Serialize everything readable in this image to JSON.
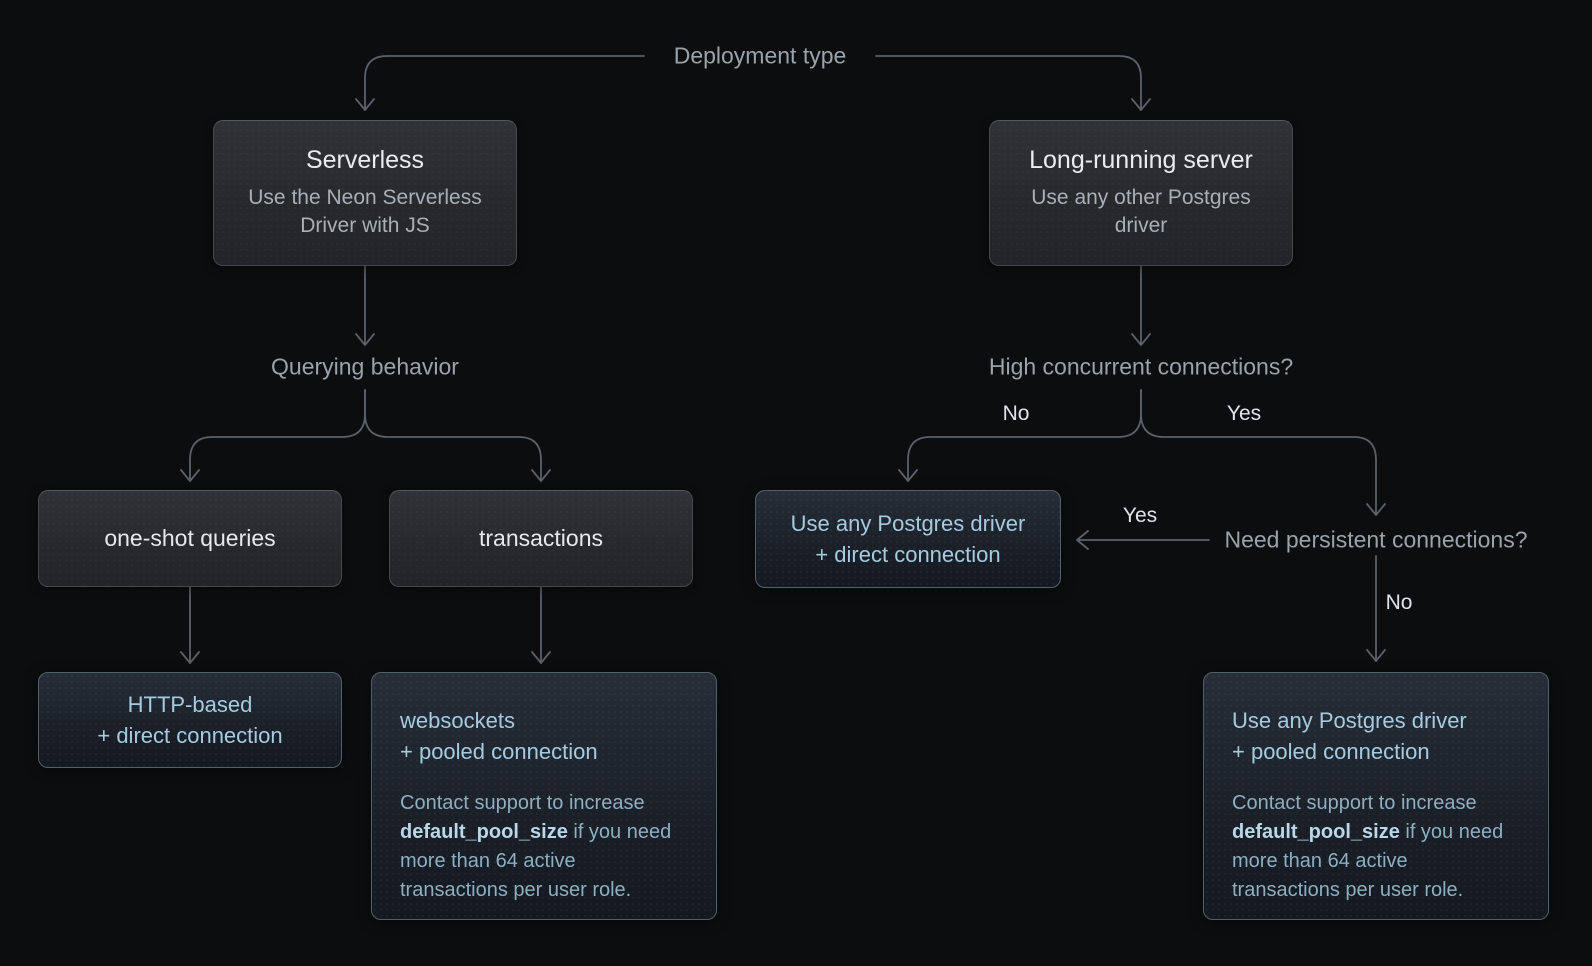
{
  "colors": {
    "background": "#0c0d0e",
    "connector": "#5a616a",
    "gray_box_border": "#45494f",
    "blue_box_border": "#52606c",
    "title_text": "#e9ebee",
    "subtitle_text": "#a9afb8",
    "question_label_text": "#9aa2ac",
    "branch_label_text": "#e0e4e8",
    "accent_heading_text": "#a4cbdf",
    "accent_note_text": "#8cafc1",
    "accent_bold_text": "#b9d7e6"
  },
  "labels": {
    "deployment_type": "Deployment type",
    "querying_behavior": "Querying behavior",
    "high_concurrent": "High concurrent connections?",
    "need_persistent": "Need persistent connections?",
    "fork_no": "No",
    "fork_yes": "Yes",
    "back_yes": "Yes",
    "down_no": "No"
  },
  "nodes": {
    "serverless": {
      "title": "Serverless",
      "subtitle": "Use the Neon Serverless Driver with JS"
    },
    "long_running": {
      "title": "Long-running server",
      "subtitle": "Use any other Postgres driver"
    },
    "one_shot": {
      "label": "one-shot queries"
    },
    "transactions": {
      "label": "transactions"
    },
    "http_based": {
      "line1": "HTTP-based",
      "line2": "+ direct connection"
    },
    "websockets": {
      "line1": "websockets",
      "line2": "+ pooled connection",
      "note_prefix": "Contact support to increase ",
      "note_bold": "default_pool_size",
      "note_suffix": " if you need more than 64 active transactions per user role."
    },
    "direct_driver": {
      "line1": "Use any Postgres driver",
      "line2": "+ direct connection"
    },
    "pooled_driver": {
      "line1": "Use any Postgres driver",
      "line2": "+ pooled connection",
      "note_prefix": "Contact support to increase ",
      "note_bold": "default_pool_size",
      "note_suffix": " if you need more than 64 active transactions per user role."
    }
  }
}
